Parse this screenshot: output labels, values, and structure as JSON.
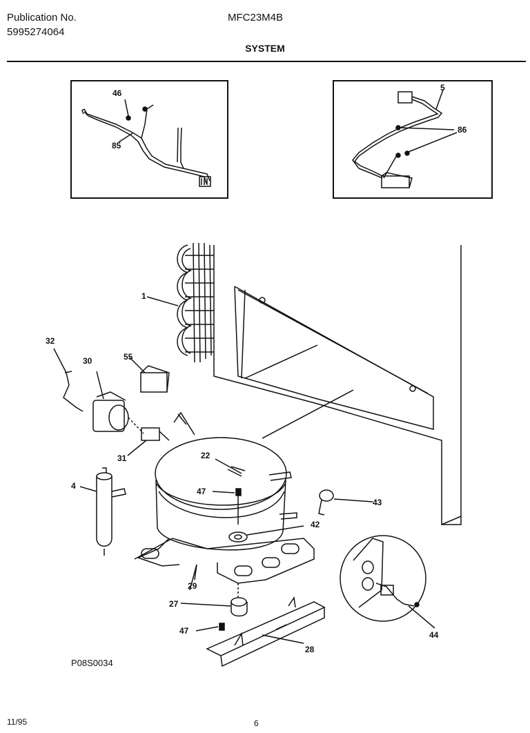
{
  "header": {
    "publication_label": "Publication No.",
    "publication_number": "5995274064",
    "model": "MFC23M4B",
    "title": "SYSTEM"
  },
  "footer": {
    "date": "11/95",
    "page": "6",
    "figure_code": "P08S0034"
  },
  "callouts": {
    "c1": "1",
    "c4": "4",
    "c5": "5",
    "c22": "22",
    "c27": "27",
    "c28": "28",
    "c29": "29",
    "c30": "30",
    "c31": "31",
    "c32": "32",
    "c42": "42",
    "c43": "43",
    "c44": "44",
    "c46": "46",
    "c47a": "47",
    "c47b": "47",
    "c55": "55",
    "c85": "85",
    "c86": "86"
  }
}
